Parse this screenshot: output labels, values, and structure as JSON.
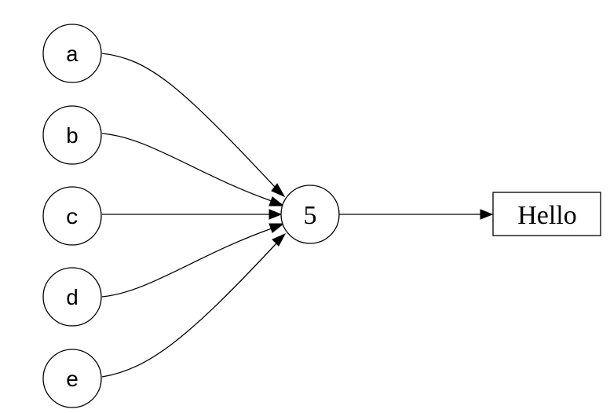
{
  "nodes": {
    "a": "a",
    "b": "b",
    "c": "c",
    "d": "d",
    "e": "e",
    "center": "5",
    "target": "Hello"
  },
  "edges": [
    {
      "from": "a",
      "to": "5"
    },
    {
      "from": "b",
      "to": "5"
    },
    {
      "from": "c",
      "to": "5"
    },
    {
      "from": "d",
      "to": "5"
    },
    {
      "from": "e",
      "to": "5"
    },
    {
      "from": "5",
      "to": "Hello"
    }
  ]
}
